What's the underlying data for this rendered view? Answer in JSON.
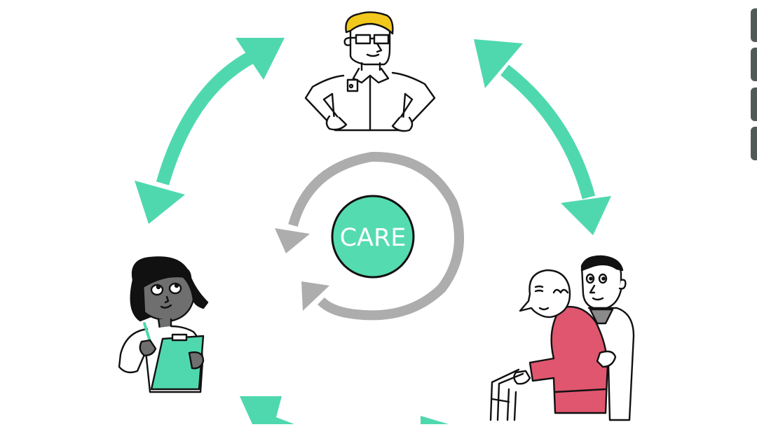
{
  "diagram": {
    "center_label": "CARE",
    "colors": {
      "accent_green": "#4fd8ae",
      "center_green": "#55dbb0",
      "cycle_gray": "#adadad",
      "outline": "#111111",
      "doctor_hair": "#f2c81c",
      "patient_robe": "#e0566f",
      "nurse_skin": "#6f6f6f",
      "side_tab": "#525a58"
    },
    "nodes": [
      {
        "id": "doctor",
        "depicts": "doctor in lab coat with glasses and badge",
        "position": "top"
      },
      {
        "id": "nurse",
        "depicts": "nurse holding green clipboard and pen",
        "position": "left"
      },
      {
        "id": "patient-caregiver",
        "depicts": "elderly patient with walker supported by caregiver",
        "position": "bottom-right"
      }
    ],
    "arrows": [
      {
        "from": "nurse",
        "to": "doctor",
        "style": "double-headed",
        "color": "accent_green"
      },
      {
        "from": "doctor",
        "to": "patient-caregiver",
        "style": "double-headed",
        "color": "accent_green"
      },
      {
        "from": "center",
        "to": "center",
        "style": "circular counter-clockwise cycle",
        "color": "cycle_gray"
      }
    ]
  },
  "side_tabs": [
    {
      "index": 1
    },
    {
      "index": 2
    },
    {
      "index": 3
    },
    {
      "index": 4
    }
  ]
}
